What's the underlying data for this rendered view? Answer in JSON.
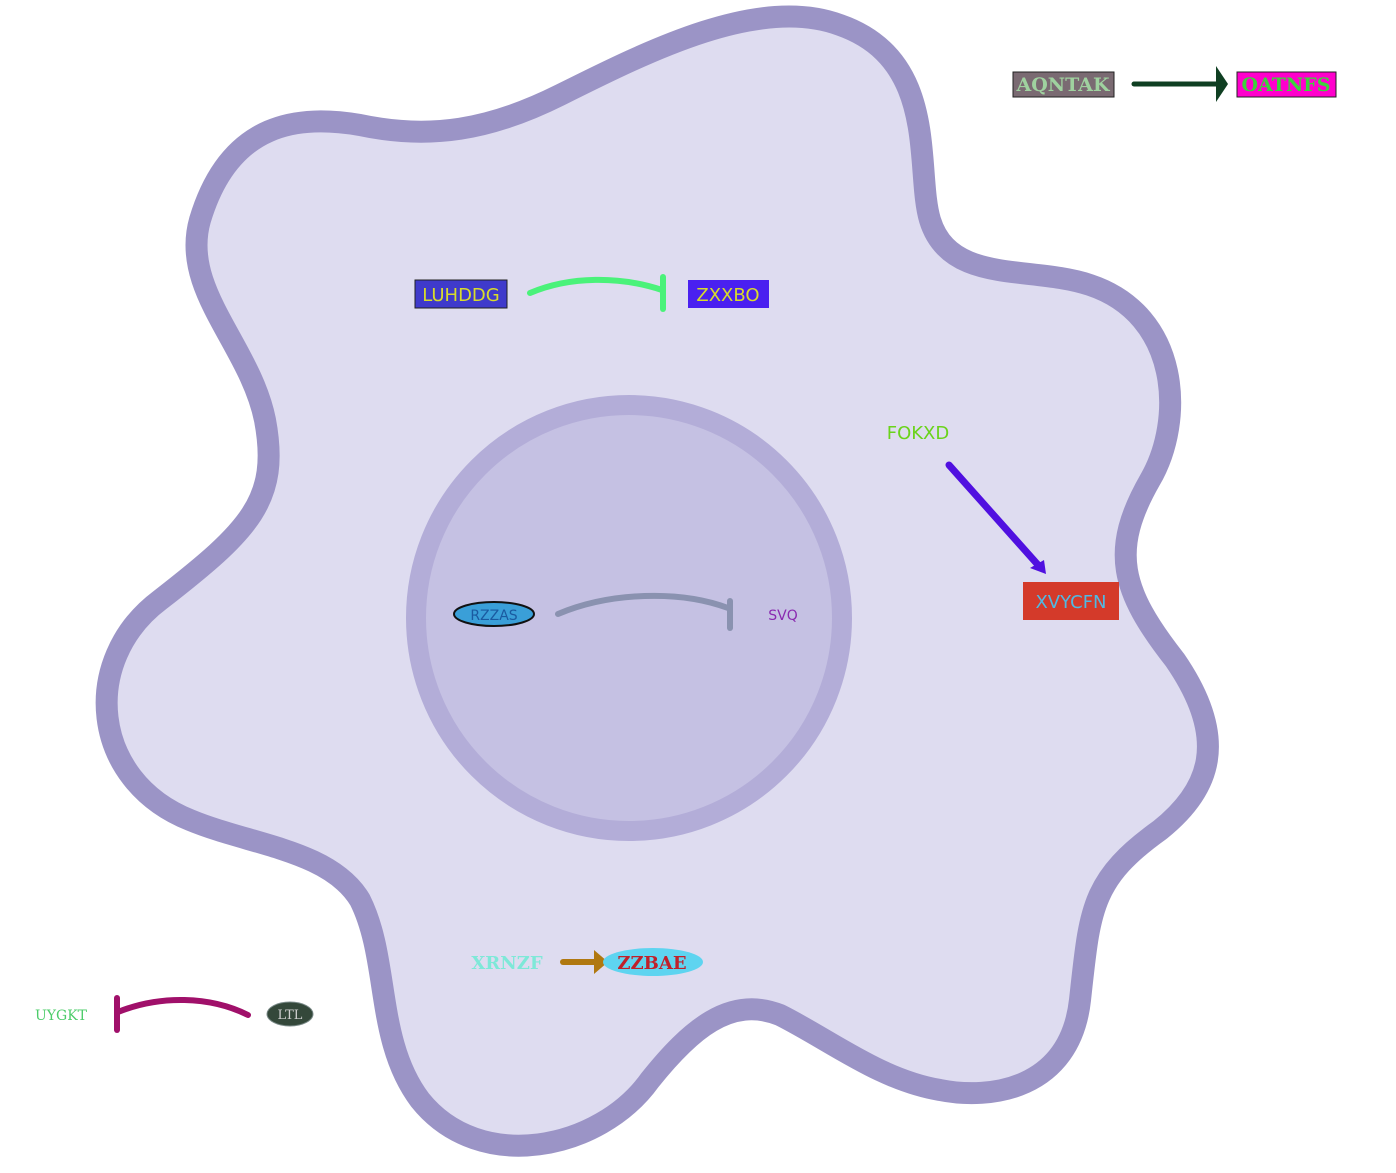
{
  "nodes": {
    "aqntak": {
      "label": "AQNTAK",
      "fill": "#7a6a72",
      "text_color": "#9fd19f",
      "border": "#222222",
      "shape": "rect"
    },
    "oatnfs": {
      "label": "OATNFS",
      "fill": "#ff00cc",
      "text_color": "#3dd13d",
      "border": "#222222",
      "shape": "rect"
    },
    "luhddg": {
      "label": "LUHDDG",
      "fill": "#3f3acb",
      "text_color": "#d8dc2a",
      "border": "#222222",
      "shape": "rect"
    },
    "zxxbo": {
      "label": "ZXXBO",
      "fill": "#4a20f0",
      "text_color": "#d8dc2a",
      "border": "none",
      "shape": "rect"
    },
    "fokxd": {
      "label": "FOKXD",
      "text_color": "#6ad31b",
      "shape": "text"
    },
    "xvycfn": {
      "label": "XVYCFN",
      "fill": "#d43a2a",
      "text_color": "#4fb9e3",
      "border": "none",
      "shape": "rect"
    },
    "rzzas": {
      "label": "RZZAS",
      "fill": "#3a9fd8",
      "text_color": "#1a5aa0",
      "border": "#111111",
      "shape": "ellipse"
    },
    "svq": {
      "label": "SVQ",
      "text_color": "#8a2ab0",
      "shape": "text"
    },
    "xrnzf": {
      "label": "XRNZF",
      "text_color": "#7ee8d8",
      "shape": "text"
    },
    "zzbae": {
      "label": "ZZBAE",
      "fill": "#5ed4f0",
      "text_color": "#c0202a",
      "border": "none",
      "shape": "ellipse"
    },
    "uygkt": {
      "label": "UYGKT",
      "text_color": "#4dcc6a",
      "shape": "text"
    },
    "ltl": {
      "label": "LTL",
      "fill": "#34483a",
      "text_color": "#d0d0d0",
      "border": "#7a8a88",
      "shape": "ellipse"
    }
  },
  "edges": [
    {
      "from": "AQNTAK",
      "to": "OATNFS",
      "type": "activation",
      "color": "#0f3f22"
    },
    {
      "from": "LUHDDG",
      "to": "ZXXBO",
      "type": "inhibition",
      "color": "#4af27a"
    },
    {
      "from": "FOKXD",
      "to": "XVYCFN",
      "type": "activation",
      "color": "#5010e0"
    },
    {
      "from": "RZZAS",
      "to": "SVQ",
      "type": "inhibition",
      "color": "#8a92b0"
    },
    {
      "from": "XRNZF",
      "to": "ZZBAE",
      "type": "activation",
      "color": "#b07810"
    },
    {
      "from": "LTL",
      "to": "UYGKT",
      "type": "inhibition",
      "color": "#a0106a"
    }
  ],
  "colors": {
    "cell_fill": "#dedcf0",
    "cell_membrane": "#9b94c6",
    "nucleus_fill": "#c5c1e3",
    "nucleus_membrane": "#b3add8",
    "background": "#ffffff"
  }
}
